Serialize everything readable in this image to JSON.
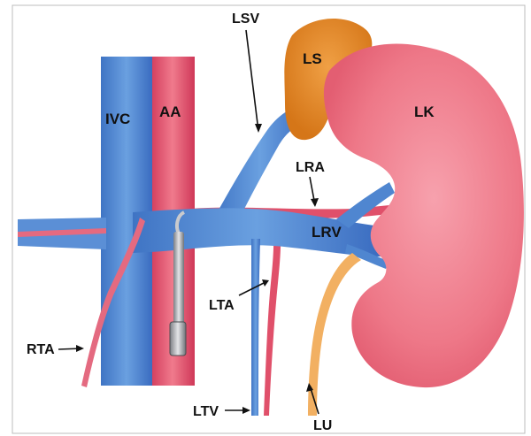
{
  "labels": {
    "ivc": "IVC",
    "aa": "AA",
    "lsv": "LSV",
    "ls": "LS",
    "lk": "LK",
    "lra": "LRA",
    "lrv": "LRV",
    "lta": "LTA",
    "rta": "RTA",
    "ltv": "LTV",
    "lu": "LU"
  },
  "colors": {
    "vein": "#4f86d0",
    "artery": "#e0506a",
    "kidney": "#ec6f80",
    "spleen": "#e58a2a",
    "ureter": "#f2b062",
    "instrument": "#a8aab0",
    "frame": "#bdbdbd"
  }
}
